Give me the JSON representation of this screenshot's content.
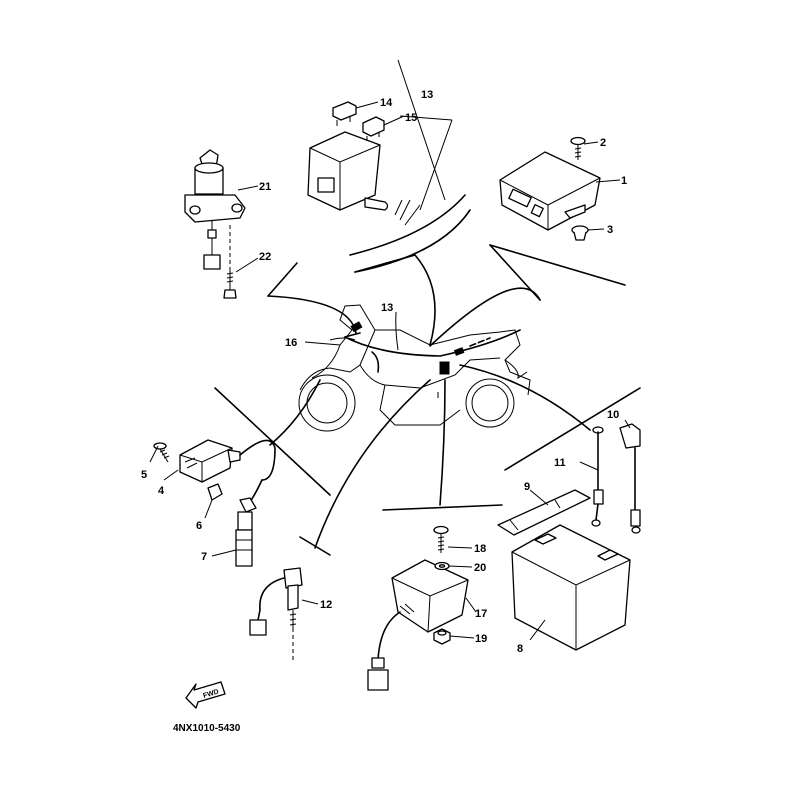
{
  "diagram": {
    "drawing_code": "4NX1010-5430",
    "direction_badge": "FWD",
    "callouts": [
      "1",
      "2",
      "3",
      "4",
      "5",
      "6",
      "7",
      "8",
      "9",
      "10",
      "11",
      "12",
      "13",
      "13",
      "14",
      "15",
      "16",
      "17",
      "18",
      "19",
      "20",
      "21",
      "22"
    ]
  }
}
